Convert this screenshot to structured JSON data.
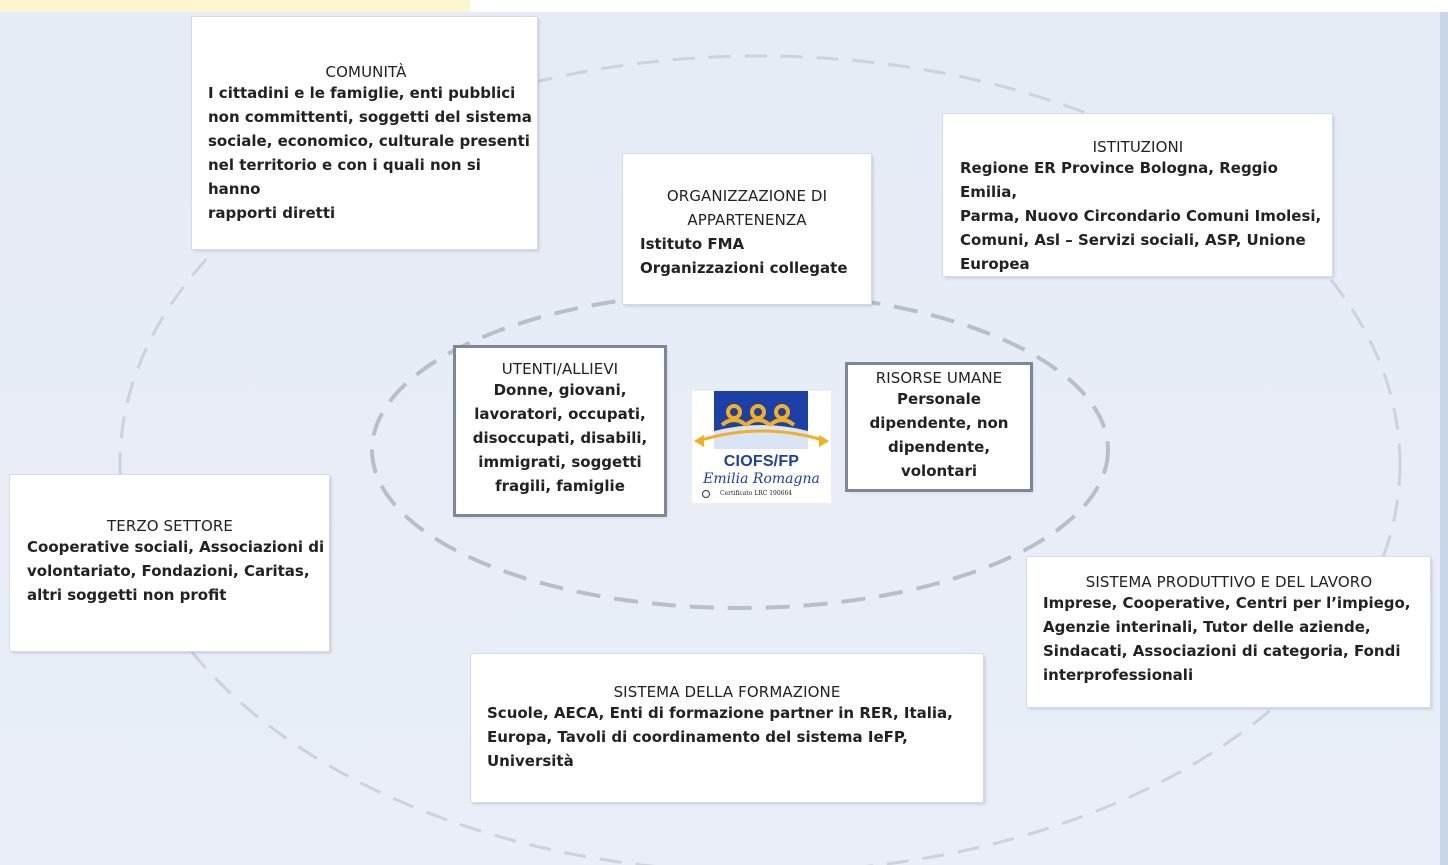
{
  "diagram": {
    "comunita": {
      "title": "COMUNITÀ",
      "lines": [
        "I cittadini e le famiglie, enti pubblici",
        "non committenti, soggetti del sistema",
        "sociale, economico, culturale presenti",
        "nel territorio e con i quali non si hanno",
        "rapporti diretti"
      ]
    },
    "organizzazione": {
      "title_lines": [
        "ORGANIZZAZIONE DI",
        "APPARTENENZA"
      ],
      "lines": [
        "Istituto FMA",
        "Organizzazioni collegate"
      ]
    },
    "istituzioni": {
      "title": "ISTITUZIONI",
      "lines": [
        "Regione ER Province Bologna, Reggio Emilia,",
        "Parma, Nuovo Circondario Comuni Imolesi,",
        "Comuni, Asl – Servizi sociali, ASP, Unione",
        "Europea"
      ]
    },
    "utenti": {
      "title": "UTENTI/ALLIEVI",
      "lines": [
        "Donne, giovani,",
        "lavoratori, occupati,",
        "disoccupati, disabili,",
        "immigrati, soggetti",
        "fragili,  famiglie"
      ]
    },
    "risorse": {
      "title": "RISORSE UMANE",
      "lines": [
        "Personale",
        "dipendente, non",
        "dipendente,",
        "volontari"
      ]
    },
    "terzo_settore": {
      "title": "TERZO SETTORE",
      "lines": [
        "Cooperative sociali, Associazioni di",
        "volontariato, Fondazioni, Caritas,",
        "altri soggetti non profit"
      ]
    },
    "sistema_produttivo": {
      "title": "SISTEMA PRODUTTIVO E DEL LAVORO",
      "lines": [
        "Imprese, Cooperative, Centri per l’impiego,",
        "Agenzie interinali, Tutor delle aziende,",
        "Sindacati, Associazioni di categoria, Fondi",
        "interprofessionali"
      ]
    },
    "sistema_formazione": {
      "title": "SISTEMA DELLA FORMAZIONE",
      "lines": [
        "Scuole, AECA, Enti di formazione partner in RER, Italia,",
        "Europa, Tavoli di coordinamento del sistema IeFP,",
        "Università"
      ]
    },
    "logo": {
      "name": "CIOFS/FP",
      "region": "Emilia Romagna",
      "certificate": "Certificato LRC 190664"
    }
  },
  "colors": {
    "background": "#e9eef6",
    "ring_dash": "#c9cfd9",
    "box_border": "#7e8796",
    "logo_blue": "#1c3fa8",
    "logo_gold": "#f2b01e"
  }
}
